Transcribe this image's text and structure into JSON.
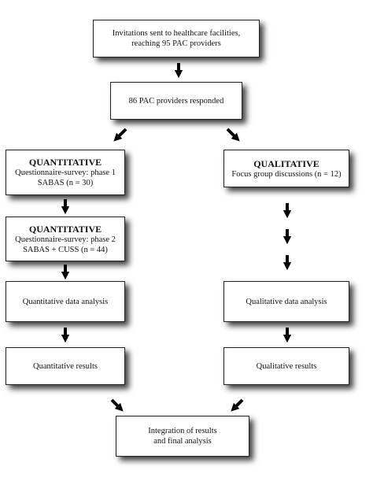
{
  "boxes": {
    "invitations": {
      "line1": "Invitations sent to healthcare facilities,",
      "line2": "reaching 95 PAC providers"
    },
    "responded": {
      "line1": "86 PAC providers responded"
    },
    "quant_phase1": {
      "heading": "QUANTITATIVE",
      "line1": "Questionnaire-survey: phase 1",
      "line2": "SABAS (n = 30)"
    },
    "qual_focus": {
      "heading": "QUALITATIVE",
      "line1": "Focus group discussions (n = 12)"
    },
    "quant_phase2": {
      "heading": "QUANTITATIVE",
      "line1": "Questionnaire-survey: phase 2",
      "line2": "SABAS + CUSS (n = 44)"
    },
    "quant_analysis": {
      "line1": "Quantitative data analysis"
    },
    "qual_analysis": {
      "line1": "Qualitative data analysis"
    },
    "quant_results": {
      "line1": "Quantitative results"
    },
    "qual_results": {
      "line1": "Qualitative results"
    },
    "integration": {
      "line1": "Integration of results",
      "line2": "and final analysis"
    }
  },
  "arrow_color": "#000000",
  "box_border_color": "#222222"
}
